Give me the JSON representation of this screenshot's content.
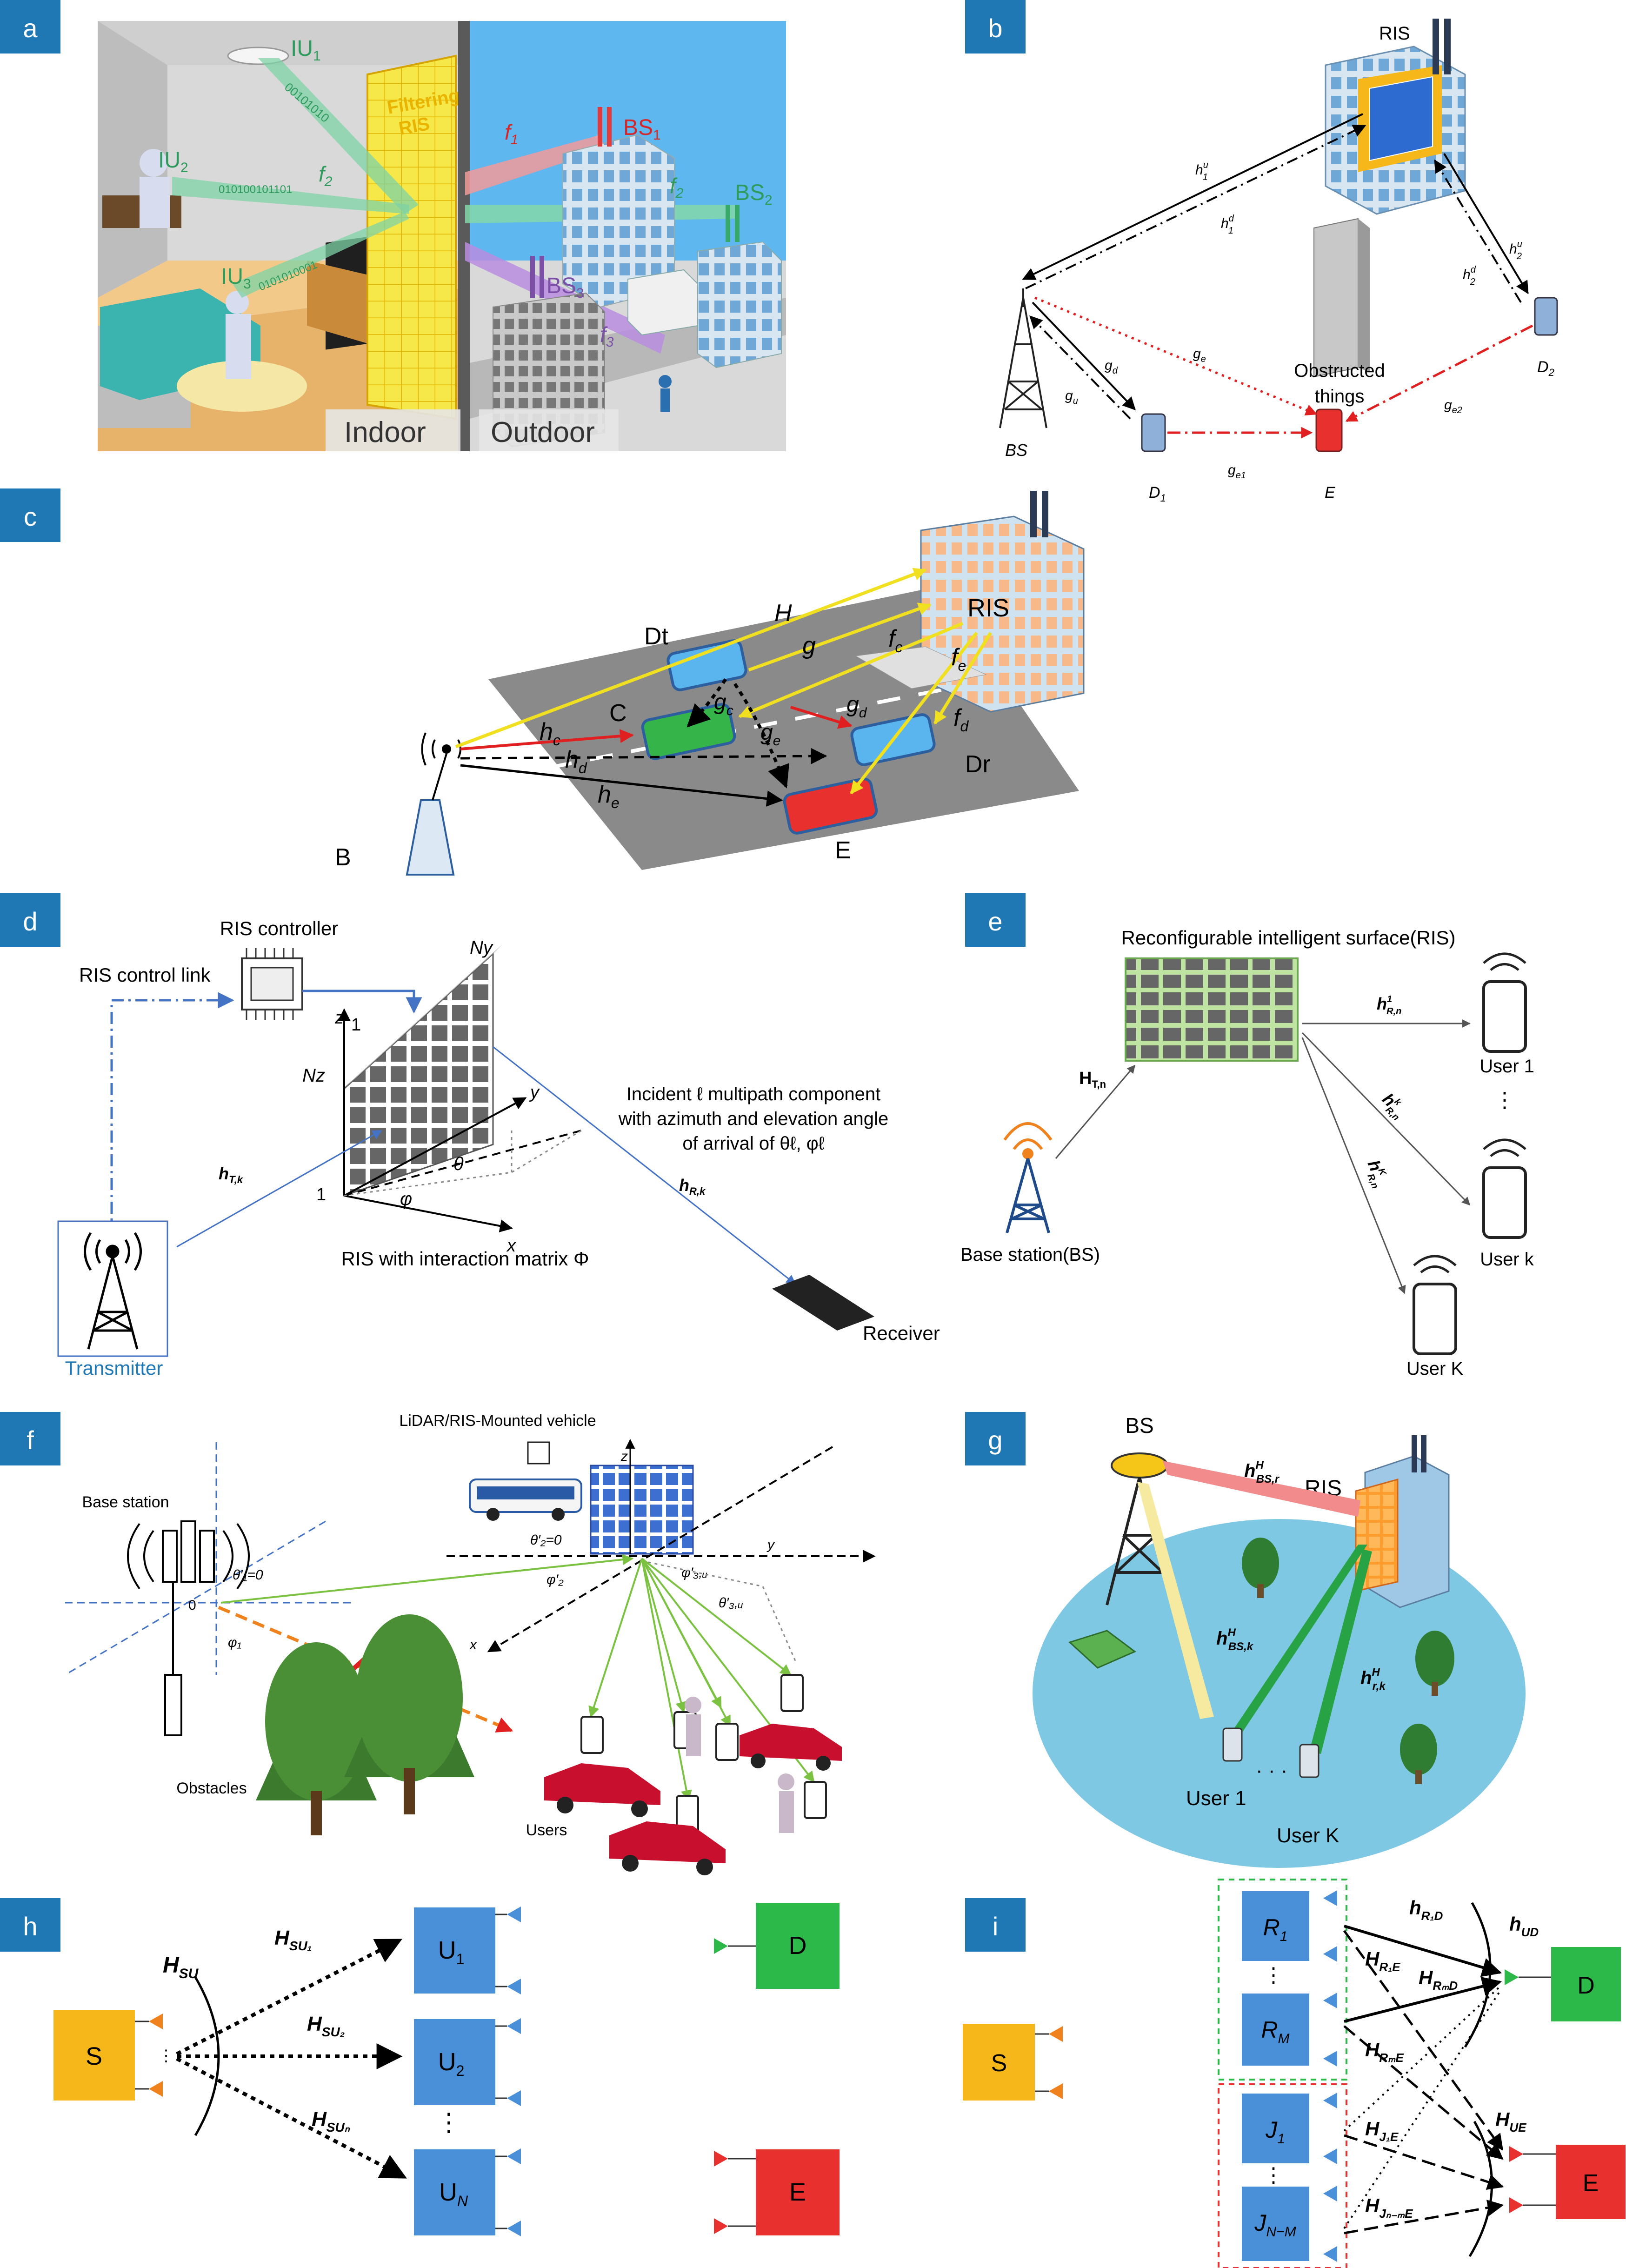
{
  "panels": {
    "a": "a",
    "b": "b",
    "c": "c",
    "d": "d",
    "e": "e",
    "f": "f",
    "g": "g",
    "h": "h",
    "i": "i"
  },
  "colors": {
    "panel_tag": "#1f77b4",
    "ris_green": "#2e9a5c",
    "red": "#d62728",
    "purple": "#7b4fa6",
    "sky": "#5aa9e6",
    "sheet": "#7ec8e3",
    "box_blue": "#4a90d9",
    "box_green": "#2db84a",
    "box_red": "#e8302f",
    "box_orange": "#f5b719"
  },
  "a": {
    "iu1": "IU",
    "iu1_sub": "1",
    "iu2": "IU",
    "iu2_sub": "2",
    "iu3": "IU",
    "iu3_sub": "3",
    "f1": "f",
    "f1_sub": "1",
    "f2": "f",
    "f2_sub": "2",
    "f2b": "f",
    "f2b_sub": "2",
    "f3": "f",
    "f3_sub": "3",
    "bs1": "BS",
    "bs1_sub": "1",
    "bs2": "BS",
    "bs2_sub": "2",
    "bs3": "BS",
    "bs3_sub": "3",
    "ris_l1": "Filtering",
    "ris_l2": "RIS",
    "bits1": "00101010",
    "bits2": "010100101101",
    "bits3": "0101010001",
    "indoor": "Indoor",
    "outdoor": "Outdoor"
  },
  "b": {
    "ris": "RIS",
    "bs": "BS",
    "d1": "D",
    "d1_sub": "1",
    "d2": "D",
    "d2_sub": "2",
    "e": "E",
    "obstructed_l1": "Obstructed",
    "obstructed_l2": "things",
    "h1u": "h",
    "h1u_sup": "u",
    "h1u_sub": "1",
    "h1d": "h",
    "h1d_sup": "d",
    "h1d_sub": "1",
    "h2u": "h",
    "h2u_sup": "u",
    "h2u_sub": "2",
    "h2d": "h",
    "h2d_sup": "d",
    "h2d_sub": "2",
    "gd": "g",
    "gd_sub": "d",
    "gu": "g",
    "gu_sub": "u",
    "ge": "g",
    "ge_sub": "e",
    "ge1": "g",
    "ge1_sub": "e1",
    "ge2": "g",
    "ge2_sub": "e2"
  },
  "c": {
    "H": "H",
    "g": "g",
    "fc": "f",
    "fc_sub": "c",
    "fe": "f",
    "fe_sub": "e",
    "fd": "f",
    "fd_sub": "d",
    "ris": "RIS",
    "dt": "Dt",
    "dr": "Dr",
    "c": "C",
    "e": "E",
    "b": "B",
    "hc": "h",
    "hc_sub": "c",
    "hd": "h",
    "hd_sub": "d",
    "he": "h",
    "he_sub": "e",
    "gc": "g",
    "gc_sub": "c",
    "ge": "g",
    "ge_sub": "e",
    "gd": "g",
    "gd_sub": "d"
  },
  "d": {
    "controller": "RIS controller",
    "control_link": "RIS control link",
    "ny": "Ny",
    "nz": "Nz",
    "z": "z",
    "y": "y",
    "x": "x",
    "one_a": "1",
    "one_b": "1",
    "theta": "θ",
    "phi": "φ",
    "incident_l1": "Incident ℓ multipath component",
    "incident_l2": "with azimuth and elevation angle",
    "incident_l3": "of arrival of θℓ, φℓ",
    "htk": "h",
    "htk_sub": "T,k",
    "hrk": "h",
    "hrk_sub": "R,k",
    "ris_matrix": "RIS with interaction matrix Φ",
    "transmitter": "Transmitter",
    "receiver": "Receiver"
  },
  "e": {
    "title": "Reconfigurable intelligent surface(RIS)",
    "htn": "H",
    "htn_sub": "T,n",
    "hr1": "h",
    "hr1_sup": "1",
    "hr1_sub": "R,n",
    "hrk": "h",
    "hrk_sup": "k",
    "hrk_sub": "R,n",
    "hrK": "h",
    "hrK_sup": "K",
    "hrK_sub": "R,n",
    "bs": "Base station(BS)",
    "user1": "User 1",
    "userk": "User k",
    "userK": "User K",
    "dots": "⋮"
  },
  "f": {
    "vehicle": "LiDAR/RIS-Mounted vehicle",
    "bs": "Base station",
    "obstacles": "Obstacles",
    "users": "Users",
    "z": "z",
    "y": "y",
    "x": "x",
    "theta1": "θ′₁=0",
    "phi1": "φ₁",
    "theta2": "θ′₂=0",
    "phi2": "φ′₂",
    "phi3": "φ′₃,ᵤ",
    "theta3": "θ′₃,ᵤ",
    "zero": "0"
  },
  "g": {
    "bs": "BS",
    "ris": "RIS",
    "hbsr": "h",
    "hbsr_sup": "H",
    "hbsr_sub": "BS,r",
    "hbsk": "h",
    "hbsk_sup": "H",
    "hbsk_sub": "BS,k",
    "hrk": "h",
    "hrk_sup": "H",
    "hrk_sub": "r,k",
    "user1": "User 1",
    "userK": "User K",
    "dots": "· · ·"
  },
  "h": {
    "s": "S",
    "d": "D",
    "e": "E",
    "u1": "U",
    "u1_sub": "1",
    "u2": "U",
    "u2_sub": "2",
    "un": "U",
    "un_sub": "N",
    "hsu": "H",
    "hsu_sub": "SU",
    "hsu1": "H",
    "hsu1_sub": "SU₁",
    "hsu2": "H",
    "hsu2_sub": "SU₂",
    "hsun": "H",
    "hsun_sub": "SUₙ",
    "vdots": "⋮"
  },
  "i": {
    "s": "S",
    "d": "D",
    "e": "E",
    "r1": "R",
    "r1_sub": "1",
    "rm": "R",
    "rm_sub": "M",
    "j1": "J",
    "j1_sub": "1",
    "jnm": "J",
    "jnm_sub": "N−M",
    "hr1d": "h",
    "hr1d_sub": "R₁D",
    "hud": "h",
    "hud_sub": "UD",
    "hr1e": "H",
    "hr1e_sub": "R₁E",
    "hrmd": "H",
    "hrmd_sub": "RₘD",
    "hrme": "H",
    "hrme_sub": "RₘE",
    "hj1e": "H",
    "hj1e_sub": "J₁E",
    "hue": "H",
    "hue_sub": "UE",
    "hjnme": "H",
    "hjnme_sub": "Jₙ₋ₘE",
    "vdots": "⋮"
  }
}
